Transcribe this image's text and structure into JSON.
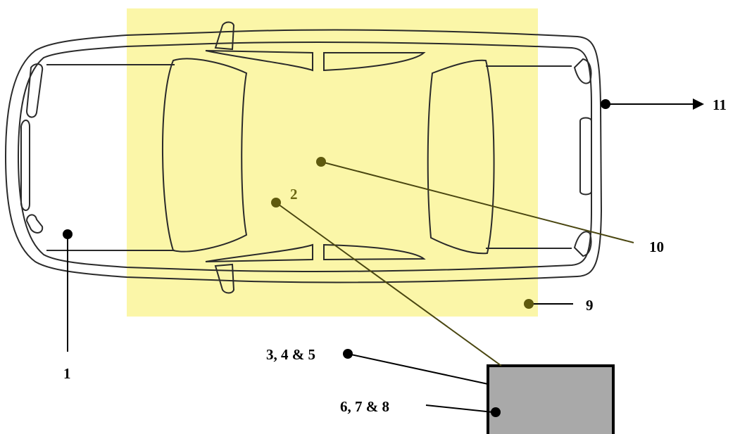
{
  "colors": {
    "highlight_zone": "#fbf6a8",
    "car_outline": "#2a2a2a",
    "box_fill": "#a9a9a9",
    "box_stroke": "#000000",
    "marker_dark": "#000000",
    "marker_olive": "#5f5a0e",
    "line_olive": "#4a4610",
    "label_black": "#000000",
    "label_olive": "#6b6510"
  },
  "labels": {
    "l1": "1",
    "l2": "2",
    "l345": "3, 4 & 5",
    "l678": "6, 7 & 8",
    "l9": "9",
    "l10": "10",
    "l11": "11"
  }
}
